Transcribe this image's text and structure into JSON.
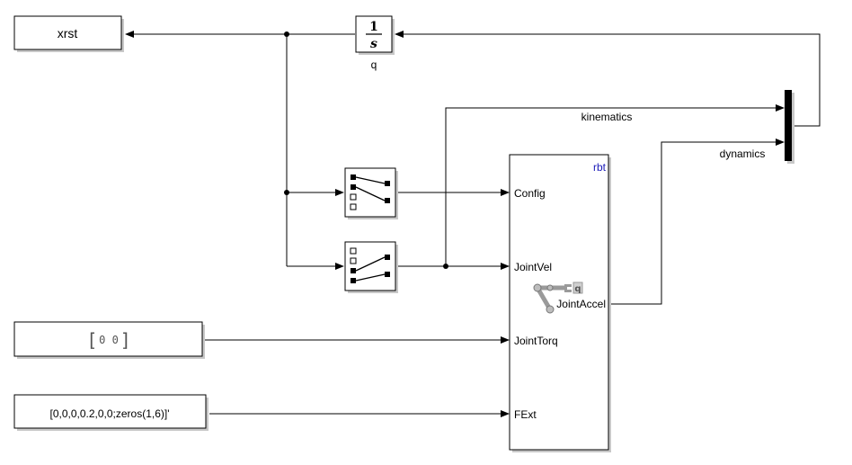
{
  "blocks": {
    "xrst": {
      "label": "xrst"
    },
    "integrator": {
      "numerator": "1",
      "denominator": "s",
      "name": "q"
    },
    "constant_zero": {
      "value": "0  0"
    },
    "constant_fext": {
      "value": "[0,0,0,0.2,0,0;zeros(1,6)]'"
    },
    "robot": {
      "name": "rbt",
      "icon": "robot-arm-icon",
      "inputs": [
        "Config",
        "JointVel",
        "JointTorq",
        "FExt"
      ],
      "output": "JointAccel"
    },
    "selector_config": {
      "icon": "selector-icon"
    },
    "selector_jointvel": {
      "icon": "selector-icon"
    },
    "mux": {
      "icon": "mux-bar"
    }
  },
  "signals": {
    "kinematics": "kinematics",
    "dynamics": "dynamics"
  }
}
